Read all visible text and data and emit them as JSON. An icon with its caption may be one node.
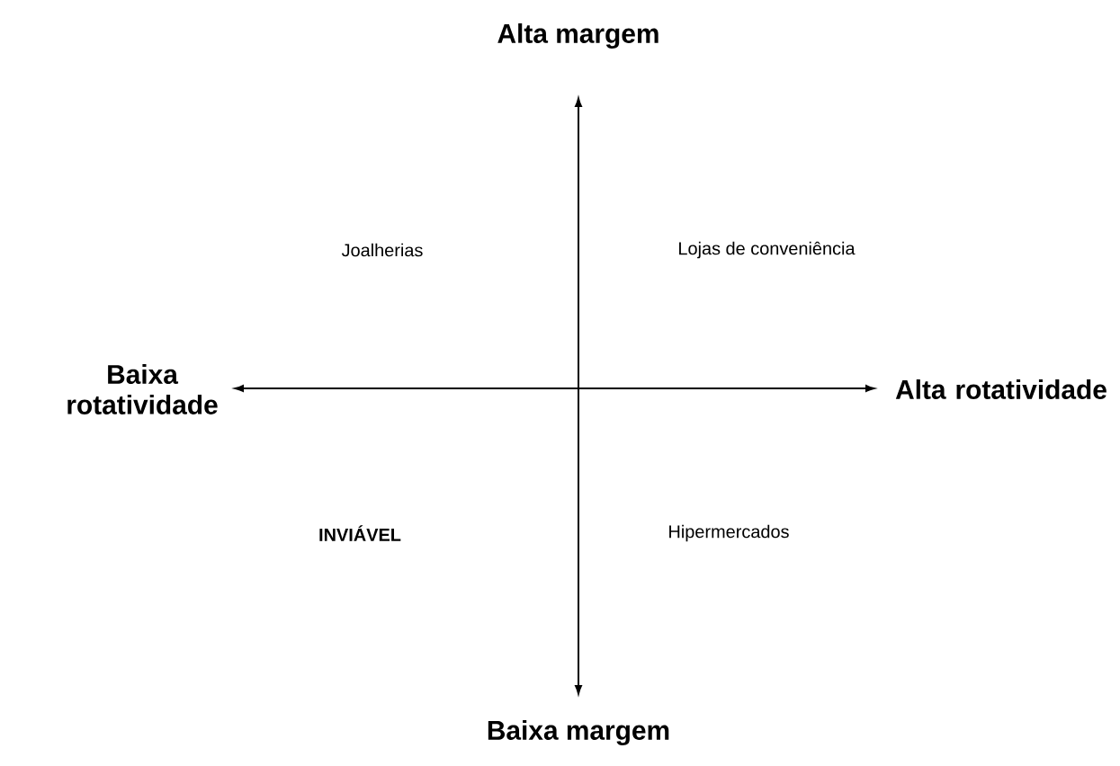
{
  "diagram": {
    "labels": [
      "Alta margem",
      "Joalherias",
      "Lojas de conveniência",
      "Baixa rotatividade",
      "Alta rotatividade",
      "INVIÁVEL",
      "Hipermercados",
      "Baixa margem"
    ]
  }
}
